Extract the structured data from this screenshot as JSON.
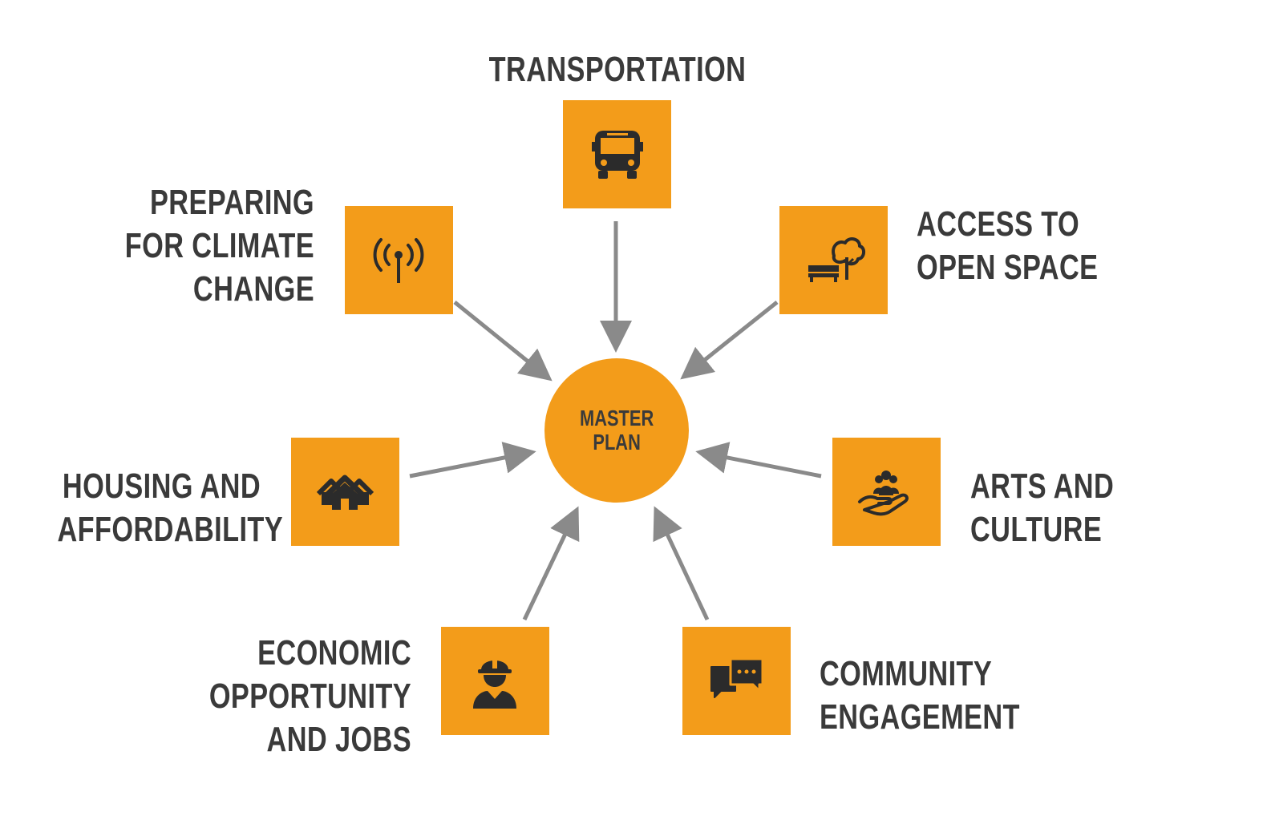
{
  "hub": {
    "lines": [
      "MASTER",
      "PLAN"
    ]
  },
  "topics": [
    {
      "id": "transportation",
      "lines": [
        "TRANSPORTATION"
      ],
      "icon": "bus-icon"
    },
    {
      "id": "climate",
      "lines": [
        "PREPARING",
        "FOR CLIMATE",
        "CHANGE"
      ],
      "icon": "antenna-signal-icon"
    },
    {
      "id": "open-space",
      "lines": [
        "ACCESS TO",
        "OPEN SPACE"
      ],
      "icon": "park-bench-tree-icon"
    },
    {
      "id": "housing",
      "lines": [
        "HOUSING AND",
        "AFFORDABILITY"
      ],
      "icon": "houses-icon"
    },
    {
      "id": "arts",
      "lines": [
        "ARTS AND",
        "CULTURE"
      ],
      "icon": "hand-people-icon"
    },
    {
      "id": "economic",
      "lines": [
        "ECONOMIC",
        "OPPORTUNITY",
        "AND JOBS"
      ],
      "icon": "construction-worker-icon"
    },
    {
      "id": "community",
      "lines": [
        "COMMUNITY",
        "ENGAGEMENT"
      ],
      "icon": "chat-bubbles-icon"
    }
  ],
  "colors": {
    "accent": "#f39c1a",
    "text": "#3a3a3a",
    "arrow": "#8a8a8a"
  }
}
